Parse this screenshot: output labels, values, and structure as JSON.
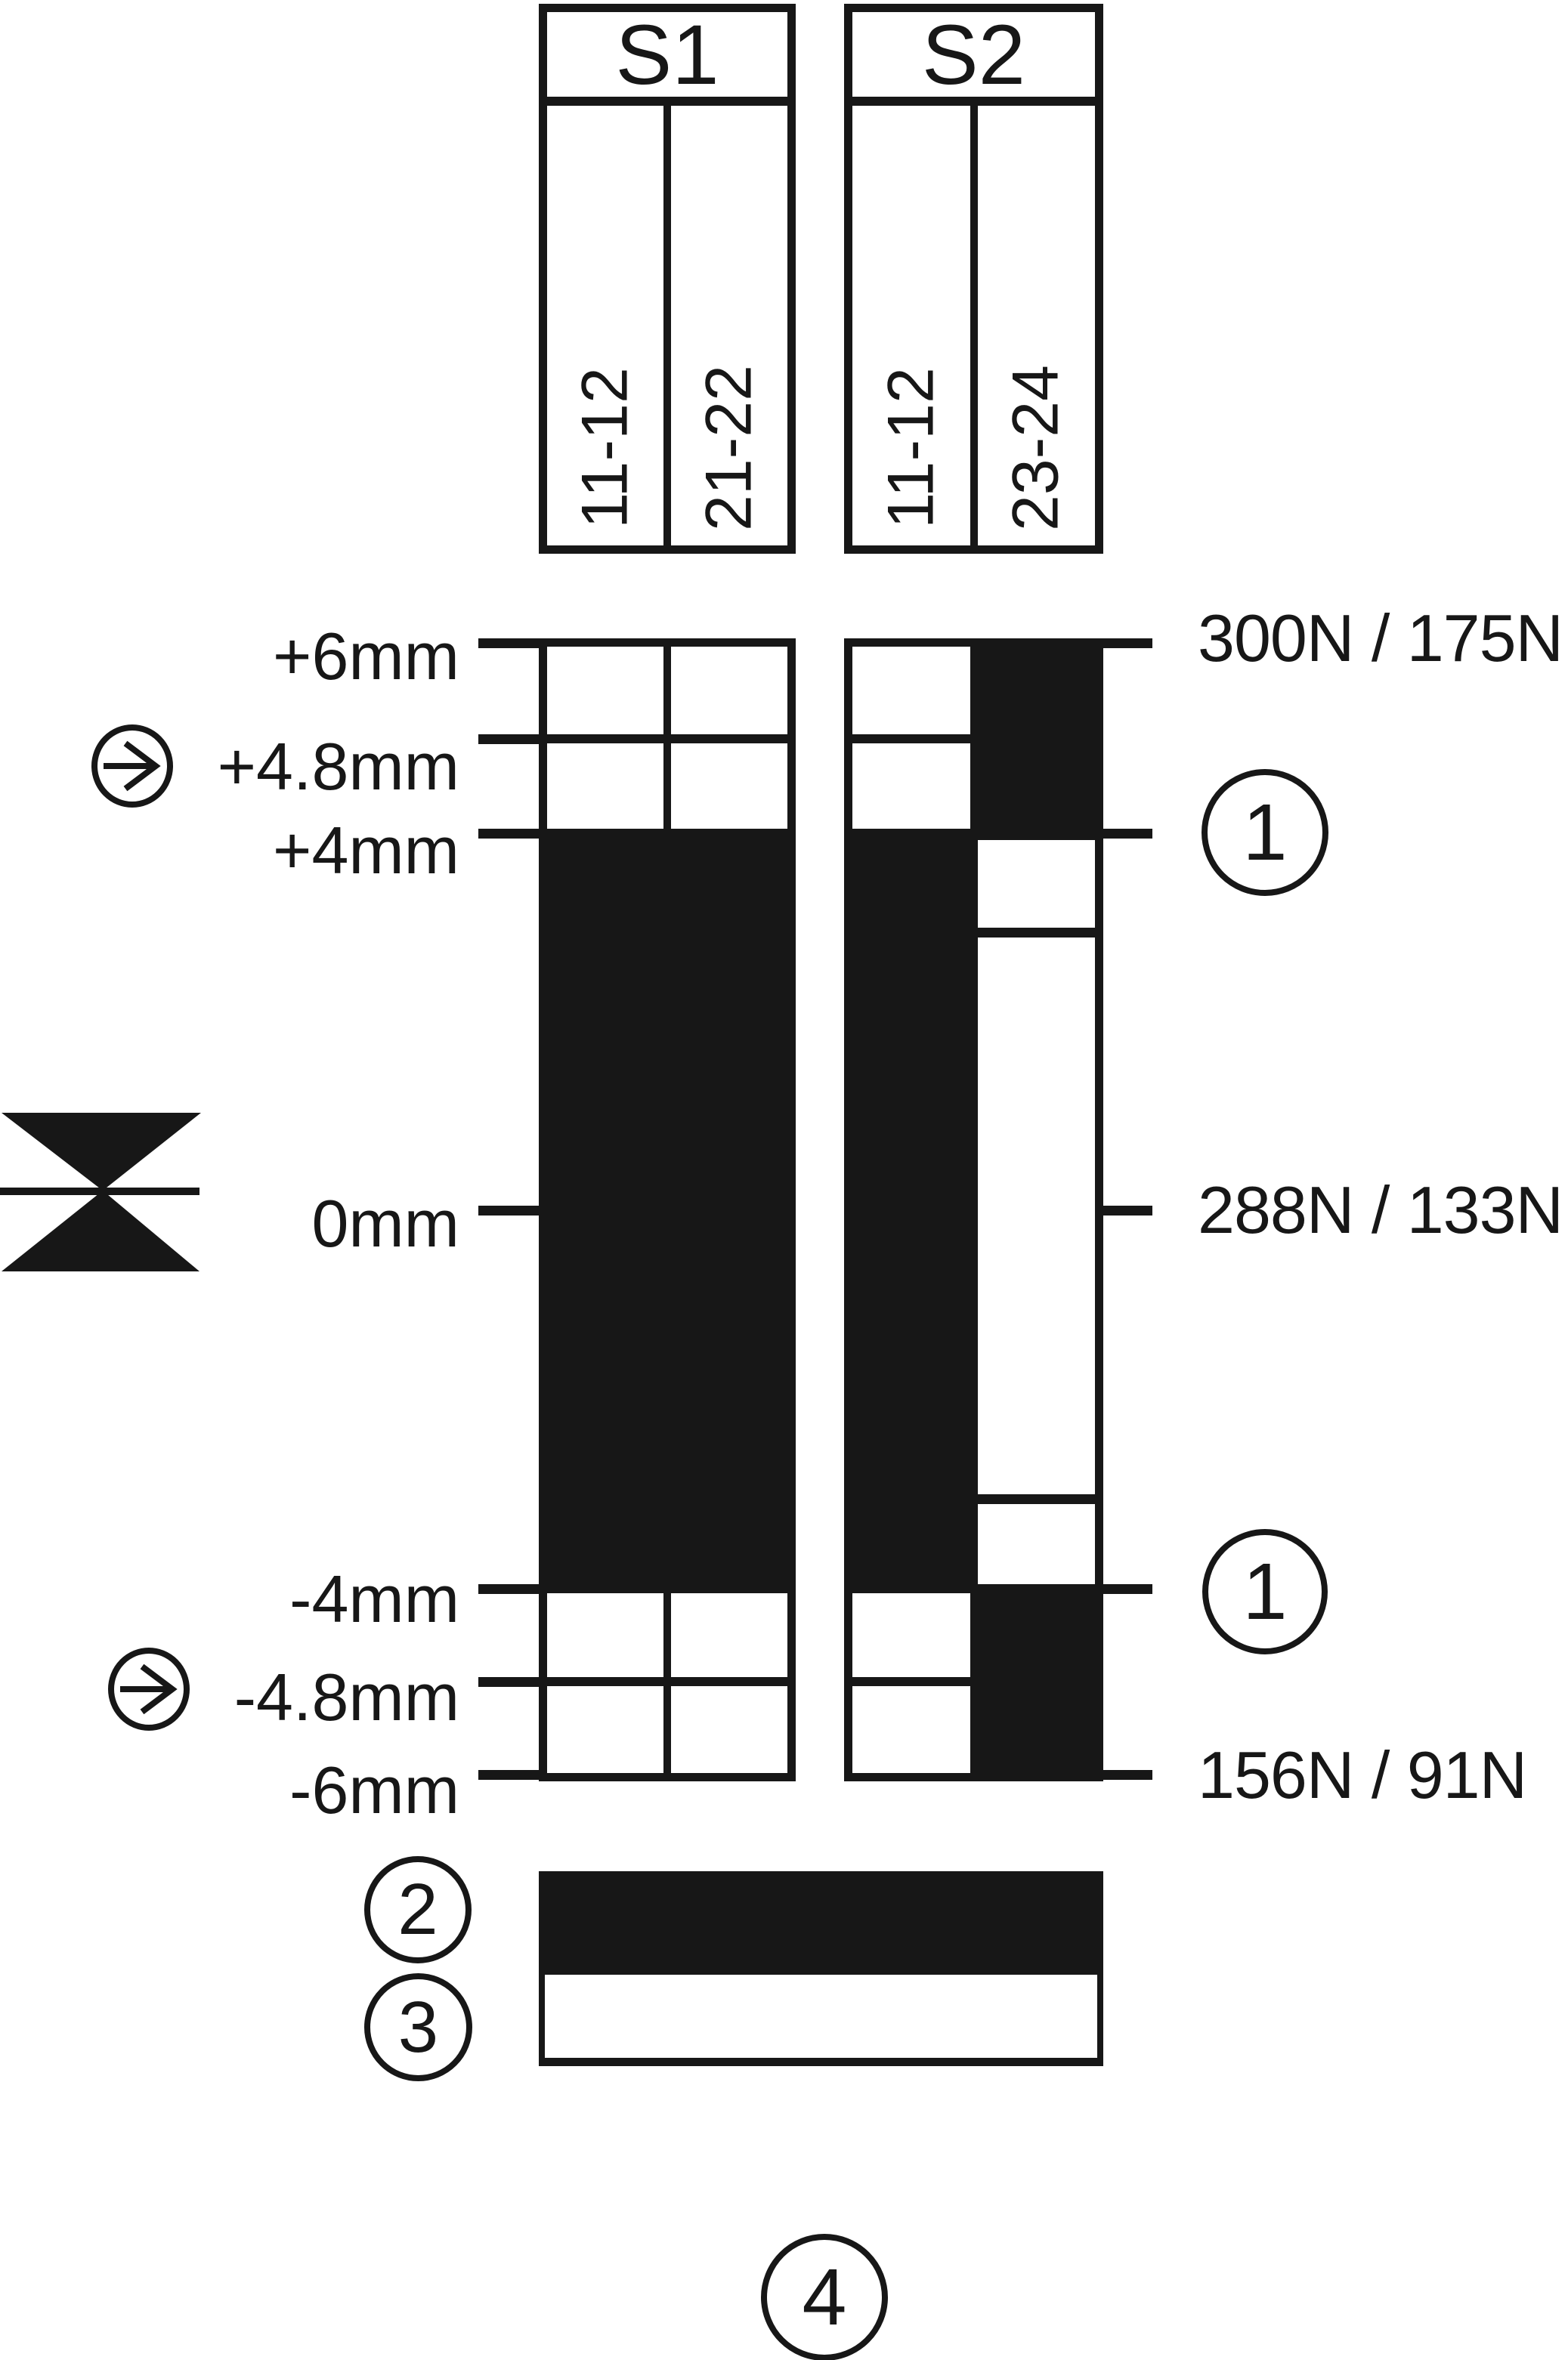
{
  "colors": {
    "ink": "#171717",
    "paper": "#ffffff"
  },
  "switches": [
    {
      "name": "S1",
      "contacts": [
        "11-12",
        "21-22"
      ]
    },
    {
      "name": "S2",
      "contacts": [
        "11-12",
        "23-24"
      ]
    }
  ],
  "travel_ticks": [
    {
      "label": "+6mm"
    },
    {
      "label": "+4.8mm"
    },
    {
      "label": "+4mm"
    },
    {
      "label": "0mm"
    },
    {
      "label": "-4mm"
    },
    {
      "label": "-4.8mm"
    },
    {
      "label": "-6mm"
    }
  ],
  "force_labels": [
    {
      "text": "300N / 175N",
      "level": "+6mm"
    },
    {
      "text": "288N / 133N",
      "level": "0mm"
    },
    {
      "text": "156N / 91N",
      "level": "-6mm"
    }
  ],
  "callouts": {
    "upper_contact_change": "1",
    "lower_contact_change": "1",
    "legend_closed": "2",
    "legend_open": "3",
    "figure_number": "4"
  },
  "contact_travel": {
    "S1": [
      {
        "contact": "11-12",
        "closed_mm_segments": [
          [
            -4,
            4
          ]
        ]
      },
      {
        "contact": "21-22",
        "closed_mm_segments": [
          [
            -4,
            4
          ]
        ]
      }
    ],
    "S2": [
      {
        "contact": "11-12",
        "closed_mm_segments": [
          [
            -4,
            4
          ]
        ]
      },
      {
        "contact": "23-24",
        "closed_mm_segments": [
          [
            4,
            6
          ],
          [
            -6,
            -4
          ]
        ]
      }
    ]
  },
  "symbols": {
    "actuation_direction": "arrow-right-in-circle",
    "zero_reference": "hourglass-marker"
  }
}
